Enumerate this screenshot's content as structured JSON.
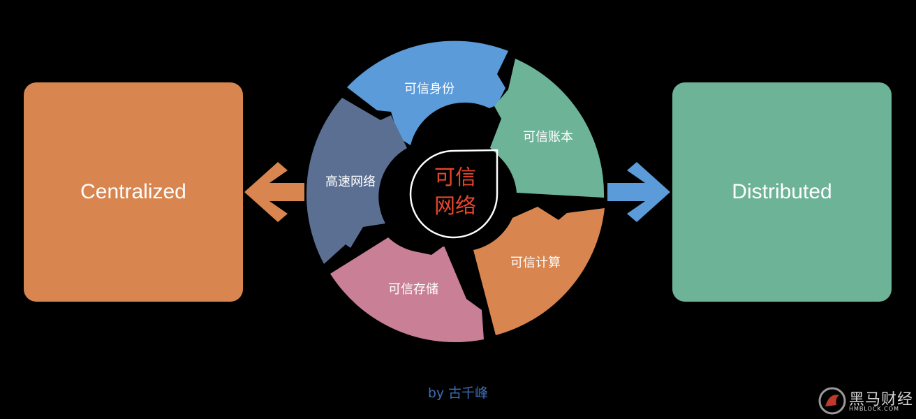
{
  "left_box": {
    "label": "Centralized",
    "color": "#d9854f"
  },
  "right_box": {
    "label": "Distributed",
    "color": "#6cb398"
  },
  "center": {
    "line1": "可信",
    "line2": "网络",
    "color": "#e8462c"
  },
  "segments": [
    {
      "label": "可信身份",
      "color": "#5b9bd9"
    },
    {
      "label": "可信账本",
      "color": "#6cb398"
    },
    {
      "label": "可信计算",
      "color": "#d9854f"
    },
    {
      "label": "可信存储",
      "color": "#c98097"
    },
    {
      "label": "高速网络",
      "color": "#5a6f92"
    }
  ],
  "arrows": {
    "left_color": "#d9854f",
    "right_color": "#5b9bd9"
  },
  "byline": "by 古千峰",
  "watermark": {
    "text": "黑马财经",
    "sub": "HMBLOCK.COM"
  }
}
